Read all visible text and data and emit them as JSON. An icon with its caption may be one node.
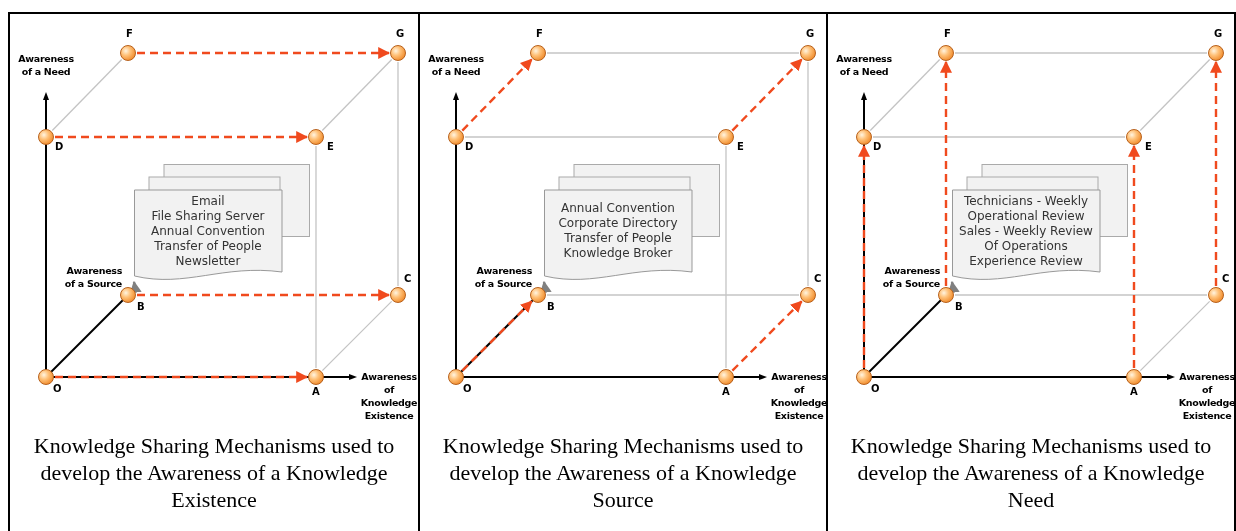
{
  "diagram": {
    "nodes": [
      {
        "text": [
          "Knowledge Sharing Mechanisms used to develop the Awareness of a Knowledge Existence"
        ]
      },
      {
        "text": [],
        "shape": "circle",
        "beside": [
          "O"
        ],
        "in": 0
      },
      {
        "text": [],
        "shape": "circle",
        "beside": [
          "A"
        ],
        "in": 0
      },
      {
        "text": [],
        "shape": "circle",
        "beside": [
          "B"
        ],
        "in": 0
      },
      {
        "text": [],
        "shape": "circle",
        "beside": [
          "C"
        ],
        "in": 0
      },
      {
        "text": [],
        "shape": "circle",
        "beside": [
          "D"
        ],
        "in": 0
      },
      {
        "text": [],
        "shape": "circle",
        "beside": [
          "E"
        ],
        "in": 0
      },
      {
        "text": [],
        "shape": "circle",
        "beside": [
          "F"
        ],
        "in": 0
      },
      {
        "text": [],
        "shape": "circle",
        "beside": [
          "G"
        ],
        "in": 0
      },
      {
        "text": [
          "Email",
          "File Sharing Server",
          "Annual Convention",
          "Transfer of People",
          "Newsletter"
        ],
        "in": 0
      },
      {
        "text": [
          "Knowledge Sharing Mechanisms used to develop the Awareness of a Knowledge Source"
        ]
      },
      {
        "text": [],
        "shape": "circle",
        "beside": [
          "O"
        ],
        "in": 10
      },
      {
        "text": [],
        "shape": "circle",
        "beside": [
          "A"
        ],
        "in": 10
      },
      {
        "text": [],
        "shape": "circle",
        "beside": [
          "B"
        ],
        "in": 10
      },
      {
        "text": [],
        "shape": "circle",
        "beside": [
          "C"
        ],
        "in": 10
      },
      {
        "text": [],
        "shape": "circle",
        "beside": [
          "D"
        ],
        "in": 10
      },
      {
        "text": [],
        "shape": "circle",
        "beside": [
          "E"
        ],
        "in": 10
      },
      {
        "text": [],
        "shape": "circle",
        "beside": [
          "F"
        ],
        "in": 10
      },
      {
        "text": [],
        "shape": "circle",
        "beside": [
          "G"
        ],
        "in": 10
      },
      {
        "text": [
          "Annual Convention",
          "Corporate Directory",
          "Transfer of People",
          "Knowledge Broker"
        ],
        "in": 10
      },
      {
        "text": [
          "Knowledge Sharing Mechanisms used to develop the Awareness of a Knowledge Need"
        ]
      },
      {
        "text": [],
        "shape": "circle",
        "beside": [
          "O"
        ],
        "in": 20
      },
      {
        "text": [],
        "shape": "circle",
        "beside": [
          "A"
        ],
        "in": 20
      },
      {
        "text": [],
        "shape": "circle",
        "beside": [
          "B"
        ],
        "in": 20
      },
      {
        "text": [],
        "shape": "circle",
        "beside": [
          "C"
        ],
        "in": 20
      },
      {
        "text": [],
        "shape": "circle",
        "beside": [
          "D"
        ],
        "in": 20
      },
      {
        "text": [],
        "shape": "circle",
        "beside": [
          "E"
        ],
        "in": 20
      },
      {
        "text": [],
        "shape": "circle",
        "beside": [
          "F"
        ],
        "in": 20
      },
      {
        "text": [],
        "shape": "circle",
        "beside": [
          "G"
        ],
        "in": 20
      },
      {
        "text": [
          "Technicians - Weekly Operational Review",
          "Sales - Weekly Review Of Operations",
          "Experience Review"
        ],
        "in": 20
      }
    ],
    "edges": [
      {
        "from": 1,
        "to": 2,
        "arrow": "to",
        "style": "dashed",
        "color": "#f04a1e"
      },
      {
        "from": 3,
        "to": 4,
        "arrow": "to",
        "style": "dashed",
        "color": "#f04a1e"
      },
      {
        "from": 5,
        "to": 6,
        "arrow": "to",
        "style": "dashed",
        "color": "#f04a1e"
      },
      {
        "from": 7,
        "to": 8,
        "arrow": "to",
        "style": "dashed",
        "color": "#f04a1e"
      },
      {
        "from": 2,
        "to": 6,
        "arrow": "none"
      },
      {
        "from": 2,
        "to": 4,
        "arrow": "none"
      },
      {
        "from": 5,
        "to": 7,
        "arrow": "none"
      },
      {
        "from": 6,
        "to": 8,
        "arrow": "none"
      },
      {
        "from": 4,
        "to": 8,
        "arrow": "none"
      },
      {
        "from": 3,
        "to": 9,
        "arrow": "to",
        "color": "#808080"
      },
      {
        "from": 11,
        "to": 13,
        "arrow": "to",
        "style": "dashed",
        "color": "#f04a1e"
      },
      {
        "from": 12,
        "to": 14,
        "arrow": "to",
        "style": "dashed",
        "color": "#f04a1e"
      },
      {
        "from": 15,
        "to": 17,
        "arrow": "to",
        "style": "dashed",
        "color": "#f04a1e"
      },
      {
        "from": 16,
        "to": 18,
        "arrow": "to",
        "style": "dashed",
        "color": "#f04a1e"
      },
      {
        "from": 12,
        "to": 16,
        "arrow": "none"
      },
      {
        "from": 14,
        "to": 18,
        "arrow": "none"
      },
      {
        "from": 13,
        "to": 14,
        "arrow": "none"
      },
      {
        "from": 15,
        "to": 16,
        "arrow": "none"
      },
      {
        "from": 17,
        "to": 18,
        "arrow": "none"
      },
      {
        "from": 13,
        "to": 19,
        "arrow": "to",
        "color": "#808080"
      },
      {
        "from": 21,
        "to": 25,
        "arrow": "to",
        "style": "dashed",
        "color": "#f04a1e"
      },
      {
        "from": 23,
        "to": 27,
        "arrow": "to",
        "style": "dashed",
        "color": "#f04a1e"
      },
      {
        "from": 22,
        "to": 26,
        "arrow": "to",
        "style": "dashed",
        "color": "#f04a1e"
      },
      {
        "from": 24,
        "to": 28,
        "arrow": "to",
        "style": "dashed",
        "color": "#f04a1e"
      },
      {
        "from": 22,
        "to": 24,
        "arrow": "none"
      },
      {
        "from": 23,
        "to": 24,
        "arrow": "none"
      },
      {
        "from": 25,
        "to": 26,
        "arrow": "none"
      },
      {
        "from": 25,
        "to": 27,
        "arrow": "none"
      },
      {
        "from": 27,
        "to": 28,
        "arrow": "none"
      },
      {
        "from": 26,
        "to": 28,
        "arrow": "none"
      },
      {
        "from": 23,
        "to": 29,
        "arrow": "to",
        "color": "#808080"
      }
    ],
    "labels": [
      "Awareness of a Need",
      "Awareness of a Source",
      "Awareness of Knowledge Existence",
      "Awareness of a Need",
      "Awareness of a Source",
      "Awareness of Knowledge Existence",
      "Awareness of a Need",
      "Awareness of a Source",
      "Awareness of Knowledge Existence"
    ]
  }
}
